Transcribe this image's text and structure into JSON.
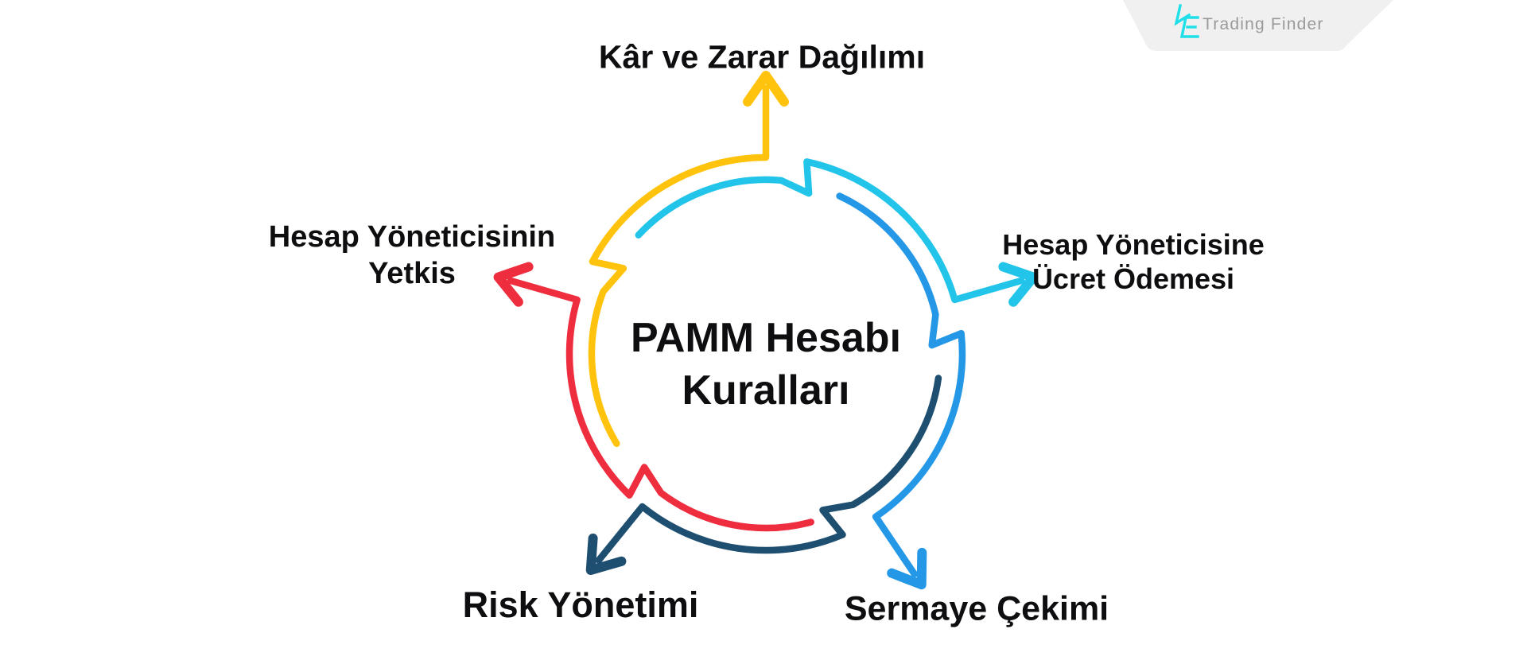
{
  "brand": {
    "name": "Trading Finder",
    "icon": "trading-finder-logo",
    "icon_color": "#1FE0E8",
    "text_color": "#9A9A9A",
    "banner_bg": "#F0F0F1"
  },
  "diagram": {
    "center": {
      "line1": "PAMM Hesabı",
      "line2": "Kuralları"
    },
    "text_color": "#0E0E10",
    "labels": {
      "top": {
        "line1": "Kâr ve Zarar Dağılımı"
      },
      "right": {
        "line1": "Hesap Yöneticisine",
        "line2": "Ücret Ödemesi"
      },
      "bottom_right": {
        "line1": "Sermaye Çekimi"
      },
      "bottom_left": {
        "line1": "Risk Yönetimi"
      },
      "left": {
        "line1": "Hesap Yöneticisinin",
        "line2": "Yetkis"
      }
    },
    "segments": [
      {
        "id": "profit-loss-distribution",
        "label": "Kâr ve Zarar Dağılımı",
        "color": "#FFC30E",
        "position": "top"
      },
      {
        "id": "fee-to-account-manager",
        "label": "Hesap Yöneticisine Ücret Ödemesi",
        "color": "#22C4EA",
        "position": "right"
      },
      {
        "id": "capital-withdrawal",
        "label": "Sermaye Çekimi",
        "color": "#2498E6",
        "position": "bottom-right"
      },
      {
        "id": "risk-management",
        "label": "Risk Yönetimi",
        "color": "#1F4F70",
        "position": "bottom-left"
      },
      {
        "id": "manager-authority",
        "label": "Hesap Yöneticisinin Yetkis",
        "color": "#EE2D3F",
        "position": "left"
      }
    ]
  }
}
